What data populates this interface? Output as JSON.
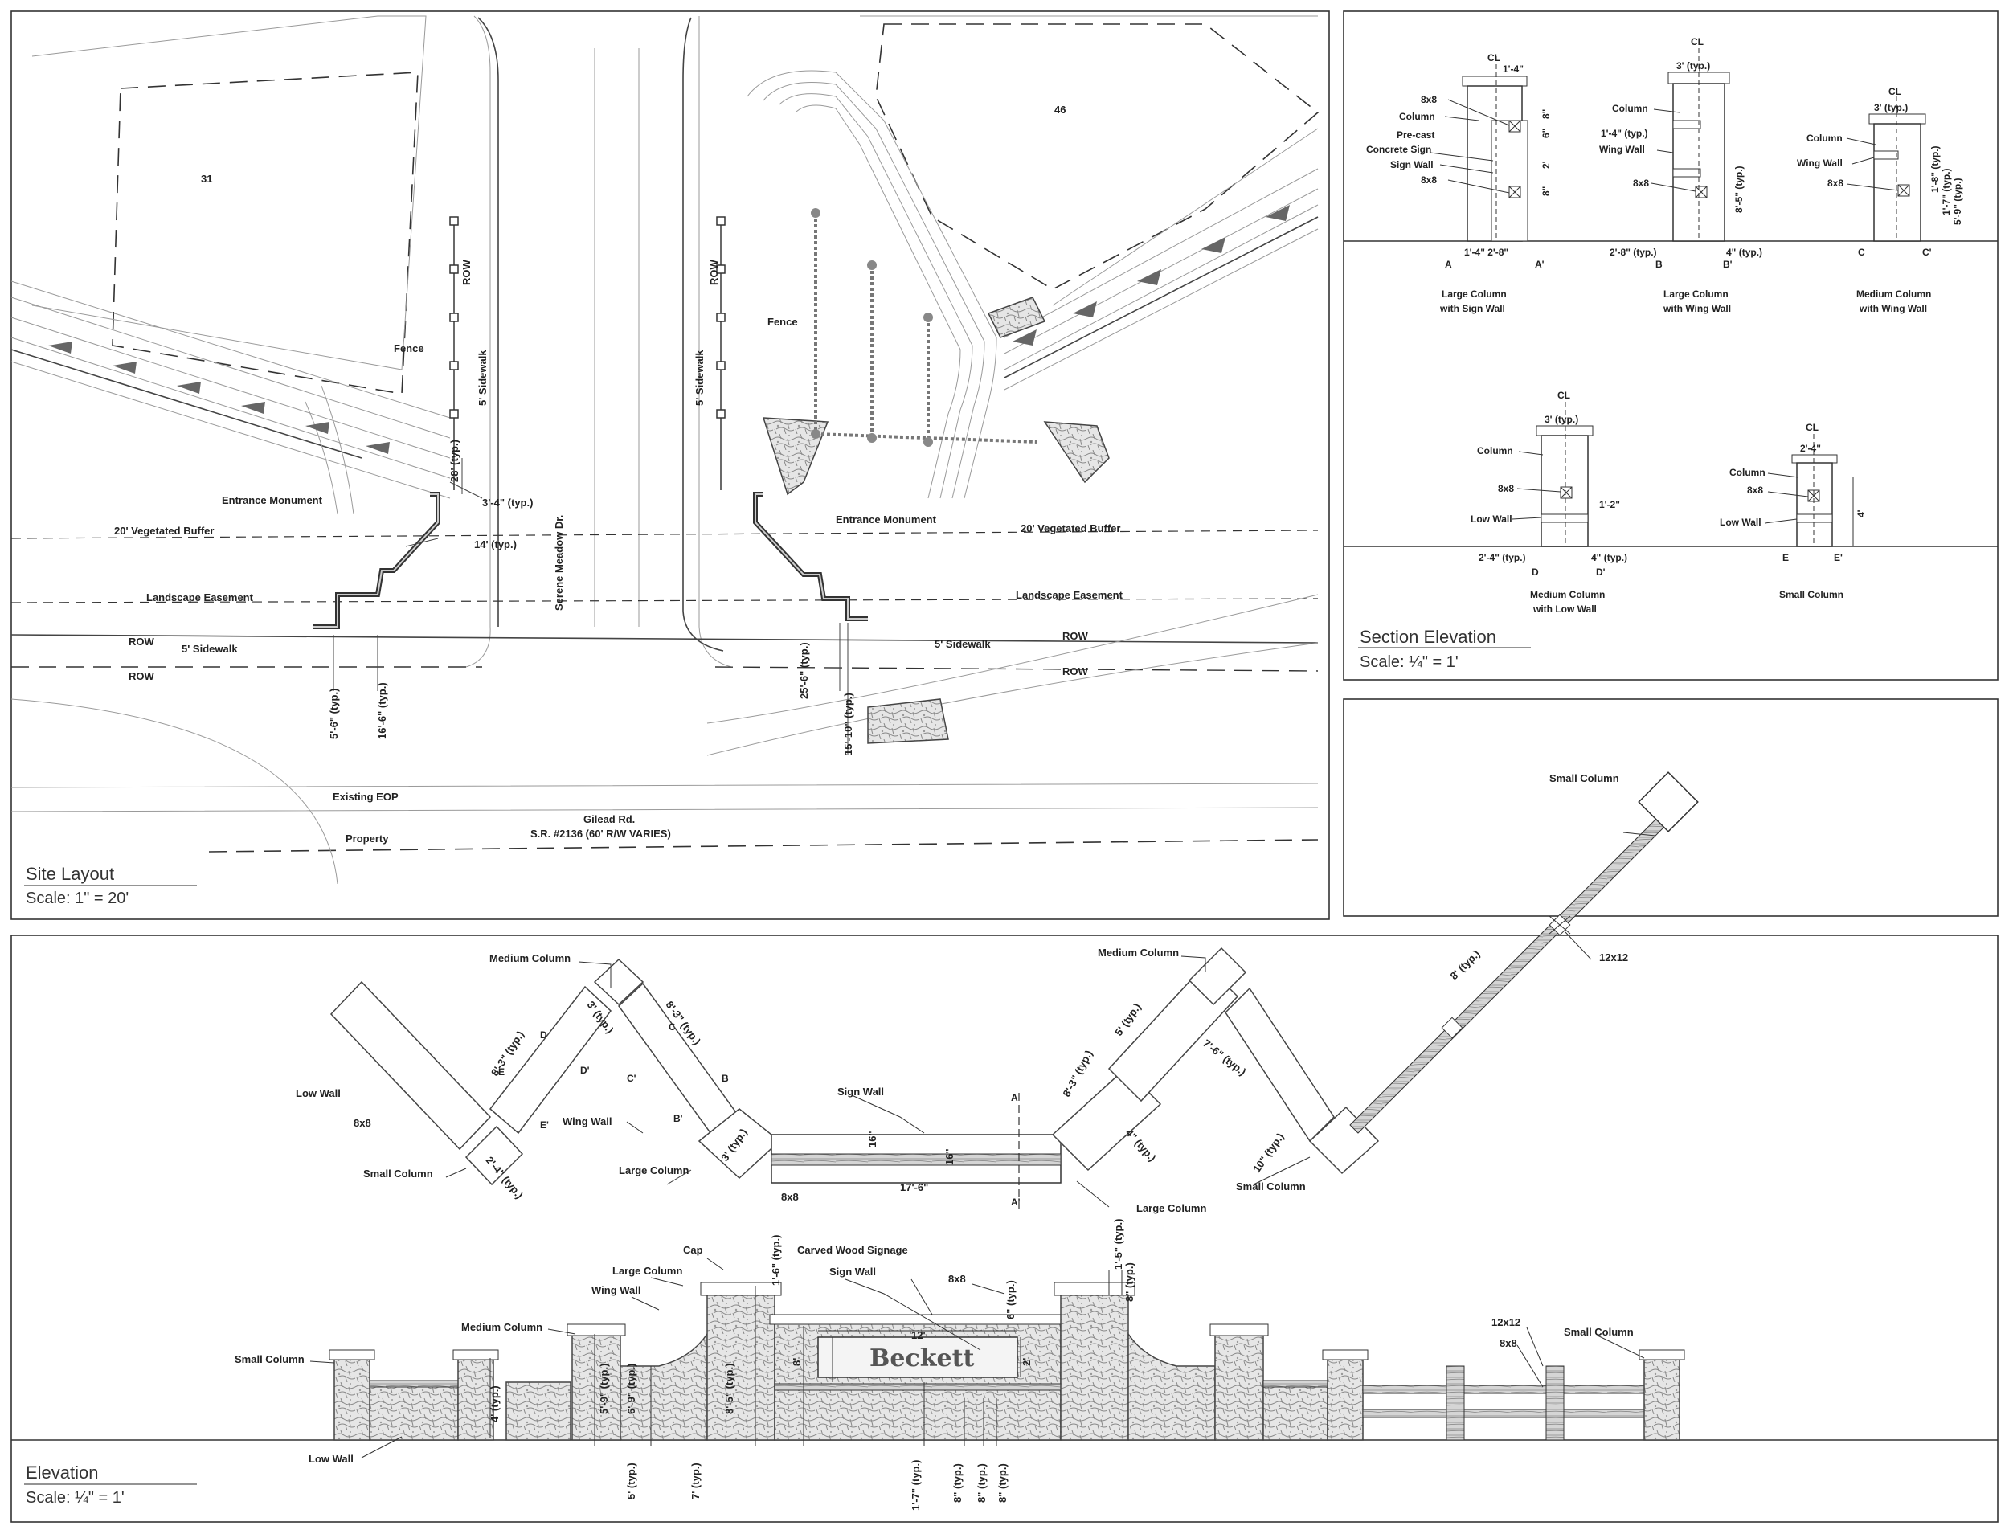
{
  "panels": {
    "site_layout": {
      "title": "Site Layout",
      "scale": "Scale: 1\" = 20'"
    },
    "section_elevation": {
      "title": "Section Elevation",
      "scale": "Scale: ¼\" = 1'"
    },
    "elevation": {
      "title": "Elevation",
      "scale": "Scale: ¼\" = 1'"
    }
  },
  "site": {
    "lot_31": "31",
    "lot_46": "46",
    "row": "ROW",
    "fence": "Fence",
    "sidewalk_5": "5' Sidewalk",
    "entrance_monument": "Entrance Monument",
    "vegetated_buffer": "20' Vegetated Buffer",
    "landscape_easement": "Landscape Easement",
    "serene_meadow": "Serene Meadow Dr.",
    "existing_eop": "Existing EOP",
    "property": "Property",
    "gilead_rd": "Gilead Rd.",
    "sr_2136": "S.R. #2136  (60' R/W VARIES)",
    "dim_28": "28' (typ.)",
    "dim_3_4": "3'-4\" (typ.)",
    "dim_14": "14' (typ.)",
    "dim_5_6": "5'-6\" (typ.)",
    "dim_16_6": "16'-6\" (typ.)",
    "dim_25_6": "25'-6\" (typ.)",
    "dim_15_10": "15'-10\" (typ.)"
  },
  "sections": {
    "cl": "CL",
    "large_sign": {
      "caption_1": "Large Column",
      "caption_2": "with Sign Wall",
      "col_8x8": "8x8",
      "column": "Column",
      "precast_1": "Pre-cast",
      "precast_2": "Concrete Sign",
      "sign_wall": "Sign Wall",
      "col_8x8_b": "8x8",
      "dim_1_4": "1'-4\"",
      "dim_8a": "8\"",
      "dim_6": "6\"",
      "dim_2": "2'",
      "dim_8b": "8\"",
      "dim_bottom": "1'-4\"  2'-8\"",
      "mark_a": "A",
      "mark_a2": "A'"
    },
    "large_wing": {
      "caption_1": "Large Column",
      "caption_2": "with Wing Wall",
      "dim_3": "3' (typ.)",
      "column": "Column",
      "dim_1_4": "1'-4\" (typ.)",
      "wing_wall": "Wing Wall",
      "col_8x8": "8x8",
      "dim_8_5": "8'-5\" (typ.)",
      "dim_2_8": "2'-8\" (typ.)",
      "dim_4": "4\" (typ.)",
      "mark_b": "B",
      "mark_b2": "B'"
    },
    "medium_wing": {
      "caption_1": "Medium Column",
      "caption_2": "with Wing Wall",
      "dim_3": "3' (typ.)",
      "column": "Column",
      "wing_wall": "Wing Wall",
      "col_8x8": "8x8",
      "dim_1_8": "1'-8\" (typ.)",
      "dim_1_7": "1'-7\" (typ.)",
      "dim_5_9": "5'-9\" (typ.)",
      "mark_c": "C",
      "mark_c2": "C'"
    },
    "medium_low": {
      "caption_1": "Medium Column",
      "caption_2": "with Low Wall",
      "dim_3": "3' (typ.)",
      "column": "Column",
      "col_8x8": "8x8",
      "dim_1_2": "1'-2\"",
      "low_wall": "Low Wall",
      "dim_2_4": "2'-4\" (typ.)",
      "dim_4": "4\" (typ.)",
      "mark_d": "D",
      "mark_d2": "D'"
    },
    "small": {
      "caption": "Small Column",
      "dim_2_4": "2'-4\"",
      "column": "Column",
      "col_8x8": "8x8",
      "low_wall": "Low Wall",
      "dim_4": "4'",
      "mark_e": "E",
      "mark_e2": "E'"
    }
  },
  "plan": {
    "medium_column_l": "Medium Column",
    "medium_column_r": "Medium Column",
    "small_column_tr": "Small Column",
    "low_wall": "Low Wall",
    "col_8x8": "8x8",
    "small_column_l": "Small Column",
    "wing_wall": "Wing Wall",
    "large_column_l": "Large Column",
    "sign_wall": "Sign Wall",
    "col_8x8_b": "8x8",
    "large_column_r": "Large Column",
    "small_column_r": "Small Column",
    "col_12x12": "12x12",
    "dim_8_3a": "8'-3\" (typ.)",
    "dim_3": "3' (typ.)",
    "dim_8_3b": "8'-3\" (typ.)",
    "dim_2_4": "2'-4\" (typ.)",
    "dim_3b": "3' (typ.)",
    "dim_16": "16\"",
    "dim_17_6": "17'-6\"",
    "dim_16b": "16\"",
    "dim_8_3c": "8'-3\" (typ.)",
    "dim_5": "5' (typ.)",
    "dim_7_6": "7'-6\" (typ.)",
    "dim_4": "4\" (typ.)",
    "dim_10": "10\" (typ.)",
    "dim_8": "8' (typ.)",
    "mark_a": "A",
    "mark_a2": "A'",
    "mark_b": "B",
    "mark_b2": "B'",
    "mark_c": "C",
    "mark_c2": "C'",
    "mark_d": "D",
    "mark_d2": "D'",
    "mark_e": "E",
    "mark_e2": "E'"
  },
  "elev": {
    "cap": "Cap",
    "large_column": "Large Column",
    "wing_wall": "Wing Wall",
    "medium_column": "Medium Column",
    "small_column_l": "Small Column",
    "carved_sign": "Carved Wood Signage",
    "sign_wall": "Sign Wall",
    "col_8x8": "8x8",
    "col_8x8_r": "8x8",
    "col_12x12": "12x12",
    "small_column_r": "Small Column",
    "low_wall": "Low Wall",
    "sign_text": "Beckett",
    "dim_1_6": "1'-6\" (typ.)",
    "dim_1_5": "1'-5\" (typ.)",
    "dim_8_top": "8\" (typ.)",
    "dim_6_top": "6\" (typ.)",
    "dim_12": "12'",
    "dim_8": "8'",
    "dim_2": "2'",
    "dim_4": "4' (typ.)",
    "dim_5_9": "5'-9\" (typ.)",
    "dim_6_9": "6'-9\" (typ.)",
    "dim_8_5": "8'-5\" (typ.)",
    "dim_5b": "5' (typ.)",
    "dim_7": "7' (typ.)",
    "dim_1_7": "1'-7\" (typ.)",
    "dim_8a": "8\" (typ.)",
    "dim_8b": "8\" (typ.)",
    "dim_8c": "8\" (typ.)"
  }
}
